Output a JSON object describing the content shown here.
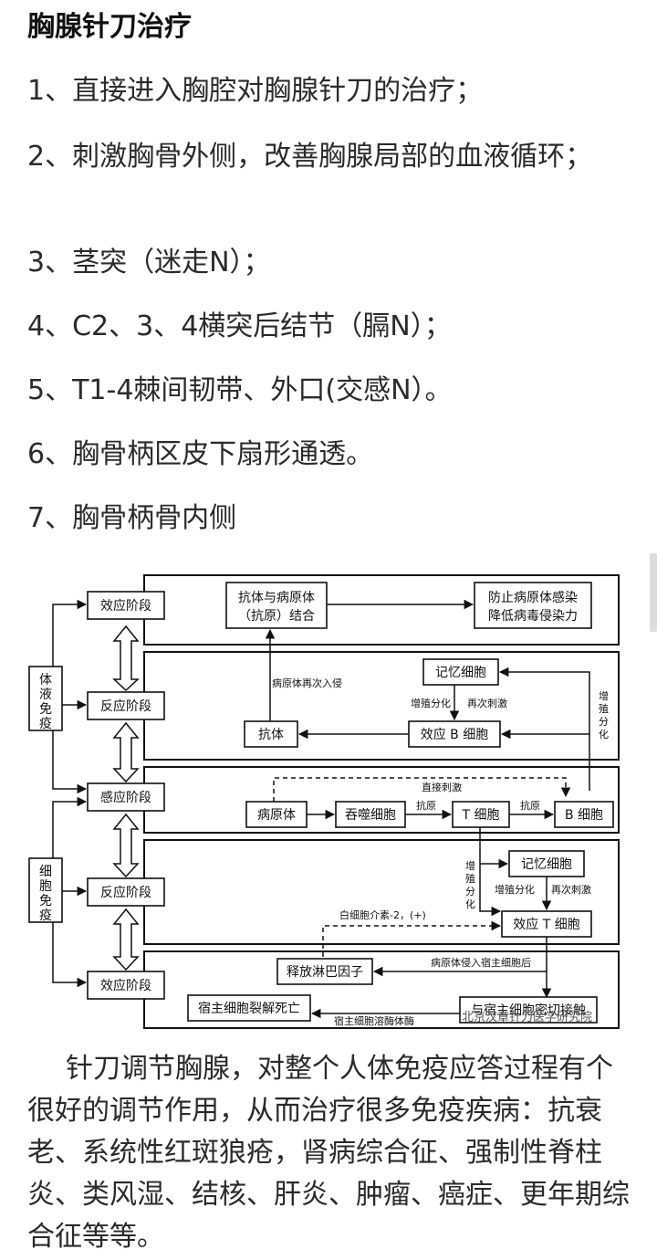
{
  "title": "胸腺针刀治疗",
  "items": [
    "1、直接进入胸腔对胸腺针刀的治疗；",
    "2、刺激胸骨外侧，改善胸腺局部的血液循环；",
    "3、茎突（迷走N）；",
    "4、C2、3、4横突后结节（膈N）；",
    "5、T1-4棘间韧带、外口(交感N）。",
    "6、胸骨柄区皮下扇形通透。",
    "7、胸骨柄骨内侧"
  ],
  "diagram": {
    "side_humoral": [
      "体",
      "液",
      "免",
      "疫"
    ],
    "side_cellular": [
      "细",
      "胞",
      "免",
      "疫"
    ],
    "stage_effect_1": "效应阶段",
    "stage_reaction_1": "反应阶段",
    "stage_sense": "感应阶段",
    "stage_reaction_2": "反应阶段",
    "stage_effect_2": "效应阶段",
    "antibody_pathogen_1": "抗体与病原体",
    "antibody_pathogen_2": "（抗原）结合",
    "prevent_1": "防止病原体感染",
    "prevent_2": "降低病毒侵染力",
    "memory_cell_b": "记忆细胞",
    "reinvade": "病原体再次入侵",
    "proliferate_1": "增殖分化",
    "restimulate_1": "再次刺激",
    "antibody": "抗体",
    "effector_b": "效应 B 细胞",
    "proliferate_side": [
      "增",
      "殖",
      "分",
      "化"
    ],
    "direct_stimulus": "直接刺激",
    "pathogen": "病原体",
    "phagocyte": "吞噬细胞",
    "antigen_1": "抗原",
    "t_cell": "T 细胞",
    "antigen_2": "抗原",
    "b_cell": "B 细胞",
    "proliferate_t_side": [
      "增",
      "殖",
      "分",
      "化"
    ],
    "memory_cell_t": "记忆细胞",
    "proliferate_2": "增殖分化",
    "restimulate_2": "再次刺激",
    "interleukin": "白细胞介素-2，(+)",
    "effector_t": "效应 T 细胞",
    "lymphokine": "释放淋巴因子",
    "invade_host": "病原体侵入宿主细胞后",
    "host_death": "宿主细胞裂解死亡",
    "bind_host": "与宿主细胞密切接触",
    "lysosome": "宿主细胞溶酶体酶",
    "watermark": "北京汉章针刀医学研究院"
  },
  "summary": "针刀调节胸腺，对整个人体免疫应答过程有个很好的调节作用，从而治疗很多免疫疾病：抗衰老、系统性红斑狼疮，肾病综合征、强制性脊柱炎、类风湿、结核、肝炎、肿瘤、癌症、更年期综合征等等。"
}
